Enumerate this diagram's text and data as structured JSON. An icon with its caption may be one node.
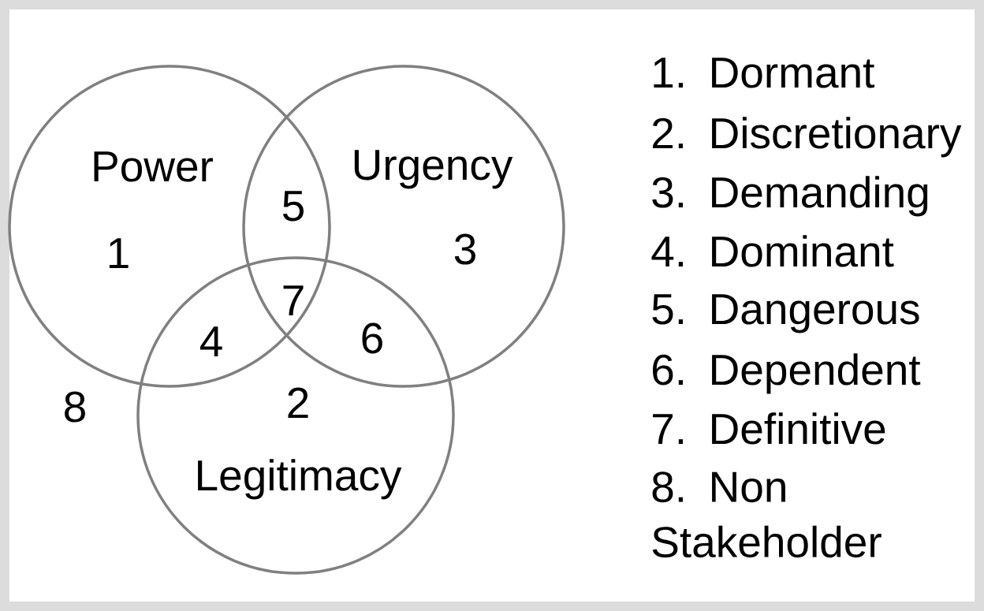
{
  "diagram": {
    "nodes": [
      {
        "text": [
          "Power",
          "1"
        ]
      },
      {
        "text": [
          "Urgency",
          "3"
        ]
      },
      {
        "text": [
          "2",
          "Legitimacy"
        ]
      }
    ],
    "labels": [
      "5",
      "7",
      "4",
      "6",
      "8",
      "1. Dormant",
      "2. Discretionary",
      "3. Demanding",
      "4. Dominant",
      "5. Dangerous",
      "6. Dependent",
      "7. Definitive",
      "8. Non Stakeholder"
    ]
  }
}
